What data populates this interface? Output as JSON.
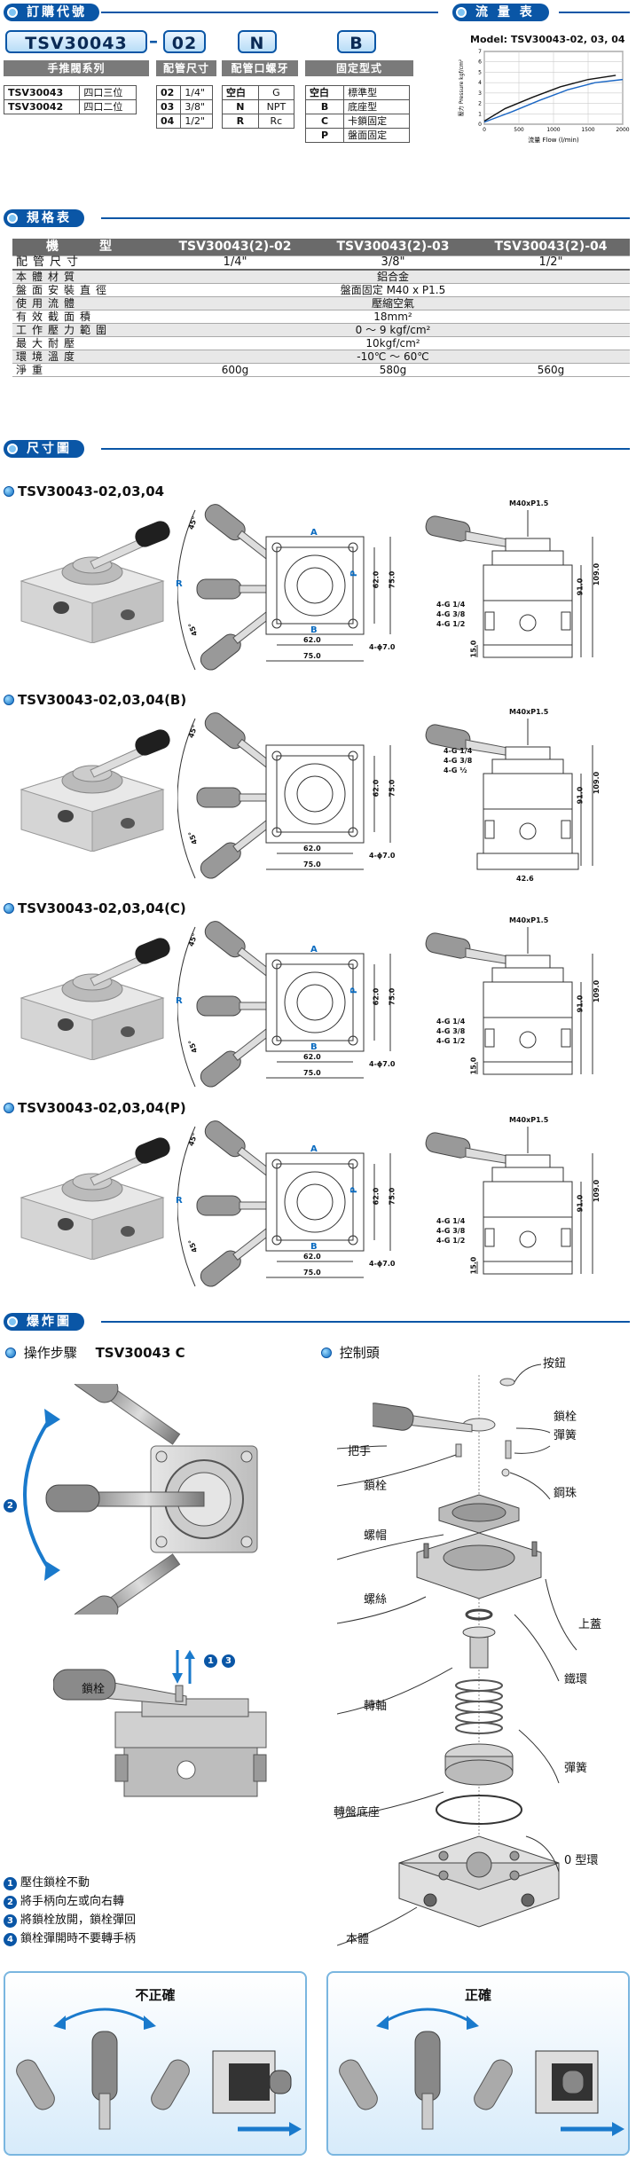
{
  "order_code": {
    "section_title": "訂購代號",
    "code": "TSV30043",
    "dash": "–",
    "size_code": "02",
    "thread_code": "N",
    "mount_code": "B",
    "series_header": "手推閥系列",
    "series": [
      {
        "code": "TSV30043",
        "desc": "四口三位"
      },
      {
        "code": "TSV30042",
        "desc": "四口二位"
      }
    ],
    "size_header": "配管尺寸",
    "sizes": [
      {
        "code": "02",
        "value": "1/4\""
      },
      {
        "code": "03",
        "value": "3/8\""
      },
      {
        "code": "04",
        "value": "1/2\""
      }
    ],
    "thread_header": "配管口螺牙",
    "threads": [
      {
        "code": "空白",
        "value": "G"
      },
      {
        "code": "N",
        "value": "NPT"
      },
      {
        "code": "R",
        "value": "Rc"
      }
    ],
    "mount_header": "固定型式",
    "mounts": [
      {
        "code": "空白",
        "value": "標準型"
      },
      {
        "code": "B",
        "value": "底座型"
      },
      {
        "code": "C",
        "value": "卡鎖固定"
      },
      {
        "code": "P",
        "value": "盤面固定"
      }
    ]
  },
  "flow": {
    "section_title": "流 量 表",
    "title": "Model: TSV30043-02, 03, 04",
    "ylabel": "壓力 Pressure kgf/cm²",
    "xlabel": "流量 Flow (l/min)"
  },
  "chart_data": {
    "type": "line",
    "title": "Model: TSV30043-02, 03, 04",
    "xlabel": "流量 Flow (l/min)",
    "ylabel": "壓力 Pressure kgf/cm²",
    "xlim": [
      0,
      2000
    ],
    "ylim": [
      0,
      7
    ],
    "xticks": [
      0,
      500,
      1000,
      1500,
      2000
    ],
    "yticks": [
      0,
      1,
      2,
      3,
      4,
      5,
      6,
      7
    ],
    "grid": true,
    "series": [
      {
        "color": "#111111",
        "x": [
          0,
          300,
          700,
          1100,
          1500,
          1900
        ],
        "y": [
          0.3,
          1.5,
          2.6,
          3.6,
          4.3,
          4.7
        ]
      },
      {
        "color": "#1a66c4",
        "x": [
          0,
          400,
          800,
          1200,
          1600,
          2000
        ],
        "y": [
          0.2,
          1.2,
          2.3,
          3.3,
          4.0,
          4.3
        ]
      }
    ]
  },
  "spec": {
    "section_title": "規格表",
    "header": [
      "機　型",
      "TSV30043(2)-02",
      "TSV30043(2)-03",
      "TSV30043(2)-04"
    ],
    "port_size": {
      "label": "配管尺寸",
      "values": [
        "1/4\"",
        "3/8\"",
        "1/2\""
      ]
    },
    "rows": [
      {
        "label": "本體材質",
        "value": "鋁合金"
      },
      {
        "label": "盤面安裝直徑",
        "value": "盤面固定 M40 x P1.5"
      },
      {
        "label": "使用流體",
        "value": "壓縮空氣"
      },
      {
        "label": "有效截面積",
        "value": "18mm²"
      },
      {
        "label": "工作壓力範圍",
        "value": "0 ～ 9 kgf/cm²"
      },
      {
        "label": "最大耐壓",
        "value": "10kgf/cm²"
      },
      {
        "label": "環境溫度",
        "value": "-10℃ ～ 60℃"
      }
    ],
    "weight": {
      "label": "淨重",
      "values": [
        "600g",
        "580g",
        "560g"
      ]
    }
  },
  "dimensions": {
    "section_title": "尺寸圖",
    "models": [
      {
        "title": "TSV30043-02,03,04"
      },
      {
        "title": "TSV30043-02,03,04(B)"
      },
      {
        "title": "TSV30043-02,03,04(C)"
      },
      {
        "title": "TSV30043-02,03,04(P)"
      }
    ],
    "labels": {
      "thread": "M40xP1.5",
      "height_total": "109.0",
      "height_body": "91.0",
      "base": "15.0",
      "width_inner": "62.0",
      "width_outer": "75.0",
      "hole": "4-ϕ7.0",
      "bottom_width": "42.6",
      "angle": "45°",
      "port_a": "A",
      "port_b": "B",
      "port_r": "R",
      "port_p": "P",
      "ports": [
        "4-G 1/4",
        "4-G 3/8",
        "4-G 1/2"
      ],
      "ports_b": [
        "4-G 1/4",
        "4-G 3/8",
        "4-G ½"
      ]
    }
  },
  "explode": {
    "section_title": "爆炸圖",
    "steps_title": "操作步驟",
    "steps_model": "TSV30043 C",
    "control_title": "控制頭",
    "lock_pin": "鎖栓",
    "circle_2": "2",
    "circle_1": "1",
    "circle_3": "3",
    "steps": [
      {
        "n": "1",
        "text": "壓住鎖栓不動"
      },
      {
        "n": "2",
        "text": "將手柄向左或向右轉"
      },
      {
        "n": "3",
        "text": "將鎖栓放開，鎖栓彈回"
      },
      {
        "n": "4",
        "text": "鎖栓彈開時不要轉手柄"
      }
    ],
    "parts": {
      "button": "按鈕",
      "lock_right": "鎖栓",
      "spring_top": "彈簧",
      "handle": "把手",
      "lock_left": "鎖栓",
      "ball": "鋼珠",
      "nut": "螺帽",
      "screw": "螺絲",
      "cover": "上蓋",
      "ring": "鐵環",
      "shaft": "轉軸",
      "spring": "彈簧",
      "base": "轉盤底座",
      "oring": "0 型環",
      "body": "本體"
    },
    "wrong": "不正確",
    "right": "正確"
  }
}
